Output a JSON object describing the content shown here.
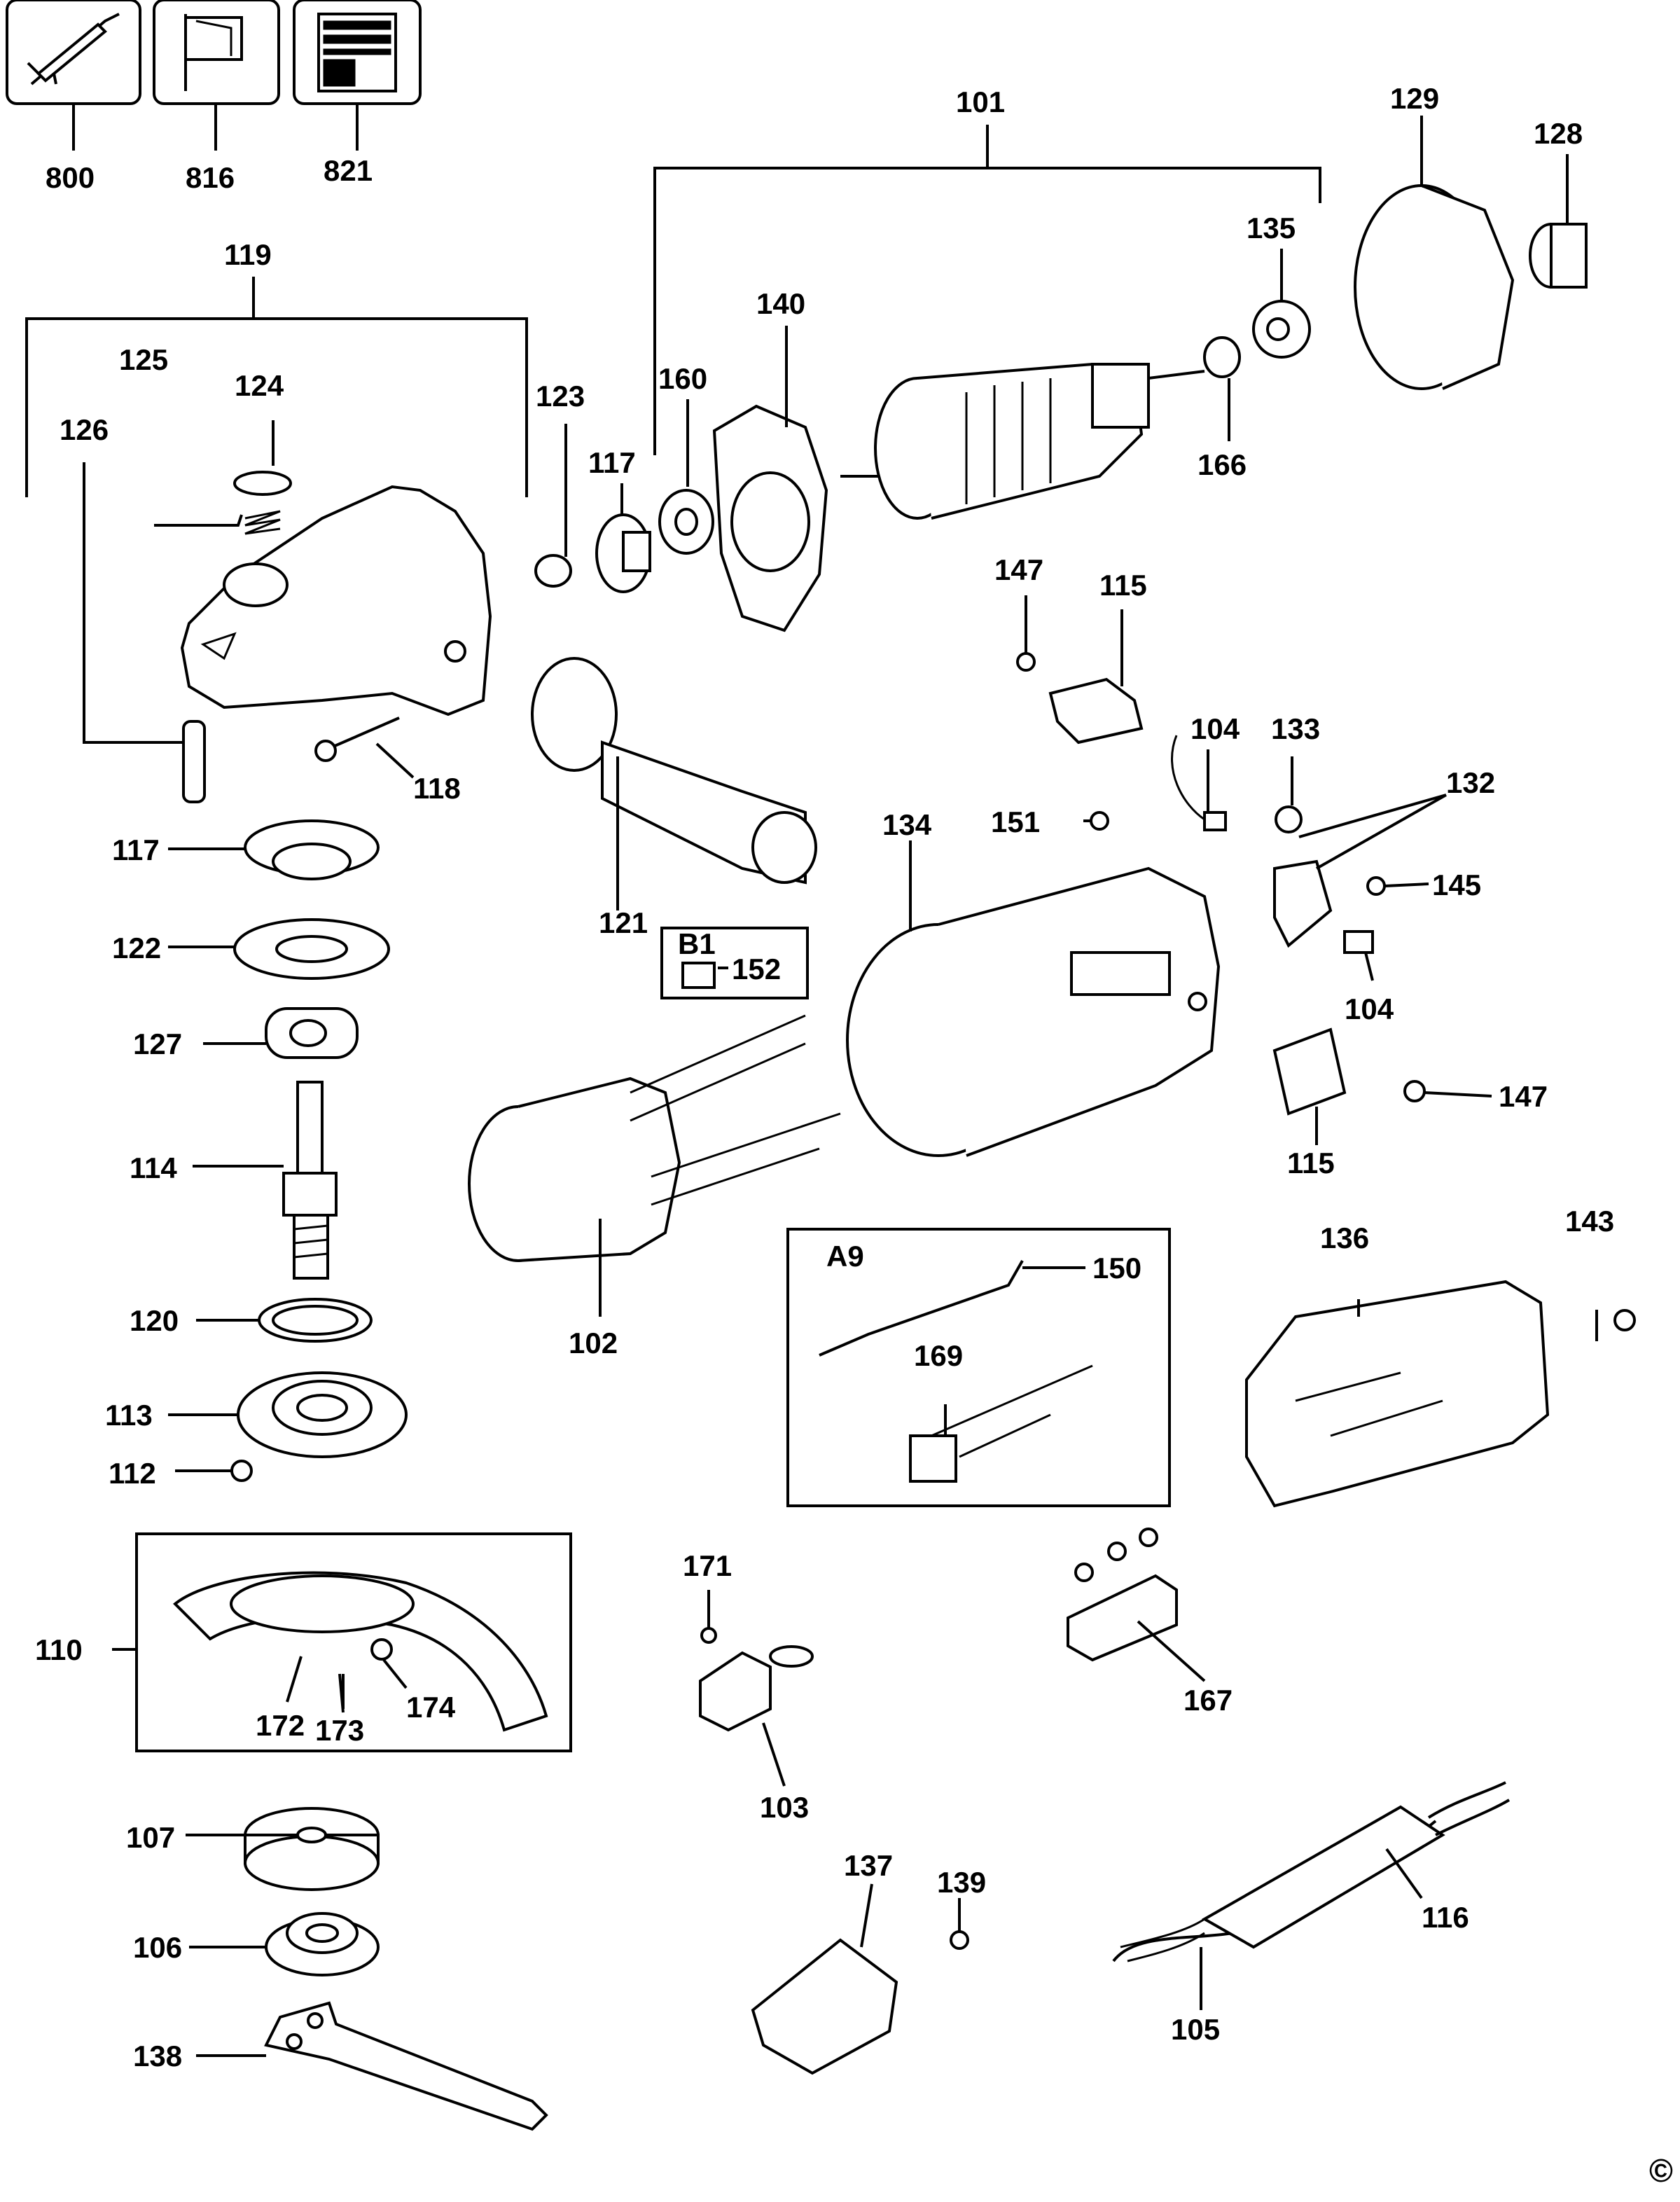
{
  "labels": {
    "l800": "800",
    "l816": "816",
    "l821": "821",
    "l101": "101",
    "l129": "129",
    "l128": "128",
    "l135": "135",
    "l119": "119",
    "l140": "140",
    "l125": "125",
    "l124": "124",
    "l126": "126",
    "l123": "123",
    "l160": "160",
    "l117a": "117",
    "l166": "166",
    "l147a": "147",
    "l115a": "115",
    "l118": "118",
    "l104a": "104",
    "l133": "133",
    "l132": "132",
    "l117b": "117",
    "l151": "151",
    "l134": "134",
    "l145": "145",
    "l121": "121",
    "l122": "122",
    "lB1": "B1",
    "l152": "152",
    "l104b": "104",
    "l127": "127",
    "l147b": "147",
    "l115b": "115",
    "l114": "114",
    "lA9": "A9",
    "l150": "150",
    "l136": "136",
    "l143": "143",
    "l102": "102",
    "l120": "120",
    "l169": "169",
    "l113": "113",
    "l112": "112",
    "l171": "171",
    "l167": "167",
    "l110": "110",
    "l172": "172",
    "l173": "173",
    "l174": "174",
    "l103": "103",
    "l107": "107",
    "l137": "137",
    "l139": "139",
    "l116": "116",
    "l106": "106",
    "l105": "105",
    "l138": "138",
    "copyright": "©"
  },
  "icons": [
    "grease-gun-icon",
    "flag-icon",
    "manual-icon"
  ]
}
